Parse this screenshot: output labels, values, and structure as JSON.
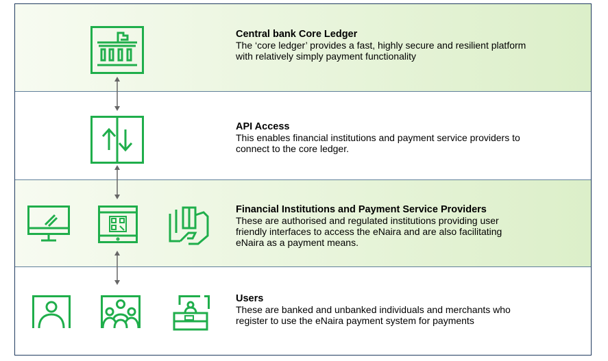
{
  "layers": [
    {
      "title": "Central bank Core Ledger",
      "description_lines": [
        "The ‘core ledger’ provides a fast, highly secure and resilient platform",
        "with relatively simply payment functionality"
      ],
      "icons": [
        "central-bank-building-icon"
      ]
    },
    {
      "title": "API Access",
      "description_lines": [
        "This enables financial institutions and payment service providers to",
        "connect to the core ledger."
      ],
      "icons": [
        "api-up-down-arrows-icon"
      ]
    },
    {
      "title": "Financial Institutions and Payment Service Providers",
      "description_lines": [
        "These are authorised and regulated institutions providing user",
        "friendly interfaces to access the eNaira and are also facilitating",
        "eNaira as a payment means."
      ],
      "icons": [
        "desktop-monitor-icon",
        "mobile-qr-code-icon",
        "card-in-hand-icon"
      ]
    },
    {
      "title": "Users",
      "description_lines": [
        "These are banked and unbanked individuals and merchants who",
        "register to use the eNaira payment system for payments"
      ],
      "icons": [
        "single-user-icon",
        "user-group-icon",
        "merchant-shop-icon"
      ]
    }
  ],
  "colors": {
    "icon_green": "#1fae4b",
    "band_gradient_start": "#f7fbf1",
    "band_gradient_end": "#dcefc9",
    "connector_gray": "#666666",
    "frame_border": "#1f3a5f"
  }
}
